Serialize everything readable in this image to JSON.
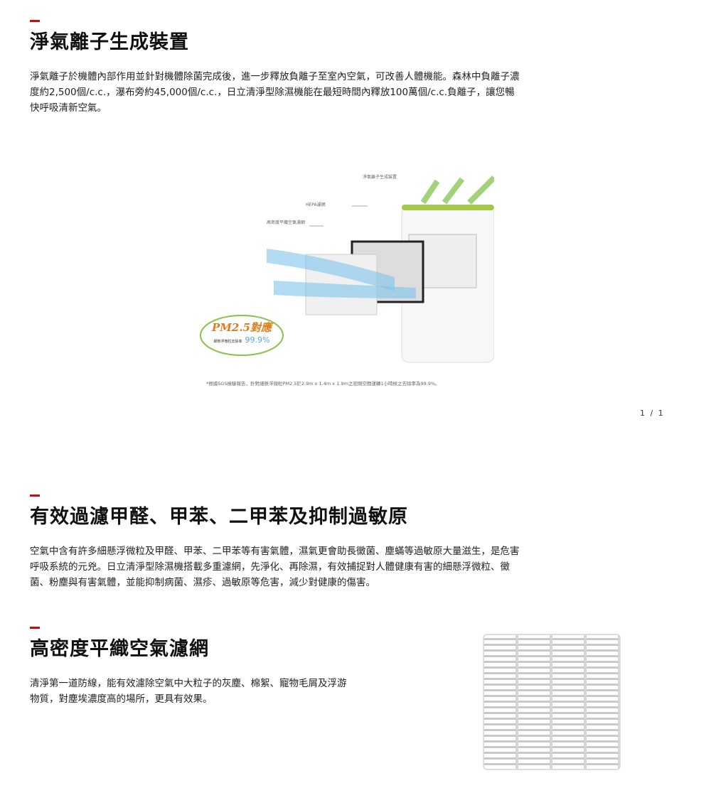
{
  "sections": [
    {
      "title": "淨氣離子生成裝置",
      "body": "淨氣離子於機體內部作用並針對機體除菌完成後，進一步釋放負離子至室內空氣，可改善人體機能。森林中負離子濃度約2,500個/c.c.，瀑布旁約45,000個/c.c.，日立清淨型除濕機能在最短時間內釋放100萬個/c.c.負離子，讓您暢快呼吸清新空氣。"
    },
    {
      "title": "有效過濾甲醛、甲苯、二甲苯及抑制過敏原",
      "body": "空氣中含有許多細懸浮微粒及甲醛、甲苯、二甲苯等有害氣體，濕氣更會助長黴菌、塵蟎等過敏原大量滋生，是危害呼吸系統的元兇。日立清淨型除濕機搭載多重濾網，先淨化、再除濕，有效捕捉對人體健康有害的細懸浮微粒、黴菌、粉塵與有害氣體，並能抑制病菌、濕疹、過敏原等危害，減少對健康的傷害。"
    },
    {
      "title": "高密度平織空氣濾網",
      "body": "清淨第一道防線，能有效濾除空氣中大粒子的灰塵、棉絮、寵物毛屑及浮游物質，對塵埃濃度高的場所，更具有效果。"
    }
  ],
  "illustration": {
    "label_ion": "淨氣離子生成裝置",
    "label_hepa": "HEPA濾網",
    "label_mesh": "高密度平織空氣濾網",
    "badge_title": "PM2.5對應",
    "badge_sub": "細懸浮微粒去除率",
    "badge_value": "99.9%",
    "note": "*根據SGS檢驗報告，針對細懸浮微粒PM2.5於2.9m x 1.4m x 1.9m之密閉空間運轉1小時候之去除率為99.9%。"
  },
  "pager": "1 / 1",
  "colors": {
    "accent": "#b5121b"
  }
}
